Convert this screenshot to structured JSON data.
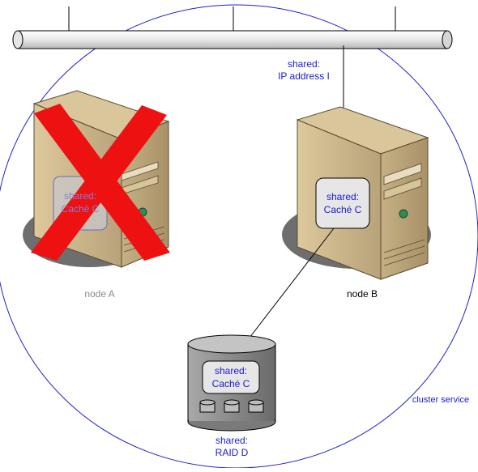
{
  "diagram": {
    "cluster_label": "cluster service",
    "ip_label_line1": "shared:",
    "ip_label_line2": "IP address I",
    "node_a": {
      "label": "node A",
      "box_line1": "shared:",
      "box_line2": "Caché C",
      "status": "failed"
    },
    "node_b": {
      "label": "node B",
      "box_line1": "shared:",
      "box_line2": "Caché C"
    },
    "raid": {
      "box_line1": "shared:",
      "box_line2": "Caché C",
      "label_line1": "shared:",
      "label_line2": "RAID D"
    },
    "colors": {
      "cluster_circle": "#2020c8",
      "label_text": "#1a1ad0",
      "failure_x": "#ee1111",
      "server_body": "#c9b48a",
      "raid_body": "#8a8a8a"
    }
  }
}
